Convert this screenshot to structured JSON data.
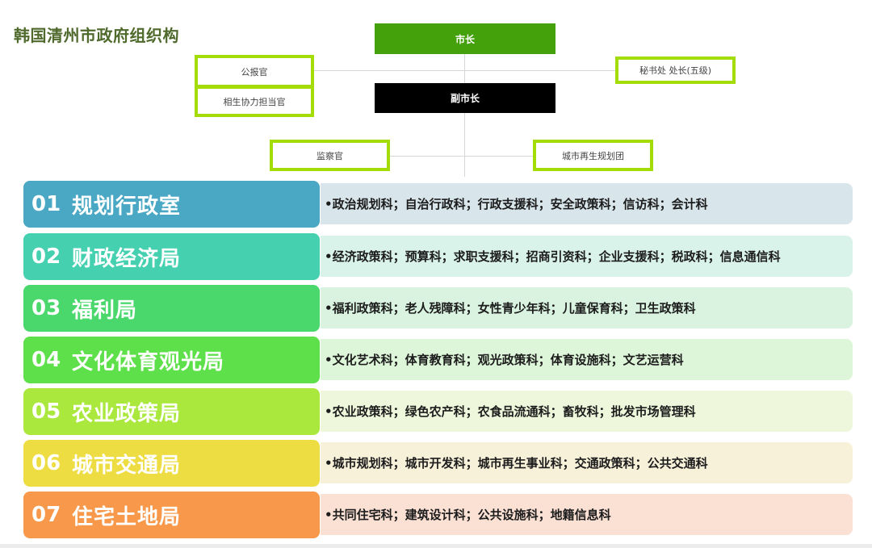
{
  "title": "韩国清州市政府组织构",
  "org_chart": {
    "mayor": {
      "label": "市长",
      "color": "#45a10b"
    },
    "vice_mayor": {
      "label": "副市长",
      "color": "#000000"
    },
    "left_offices": [
      {
        "label": "公报官"
      },
      {
        "label": "相生协力担当官"
      }
    ],
    "right_office": {
      "label": "秘书处 处长(五级)"
    },
    "lower_left": {
      "label": "监察官"
    },
    "lower_right": {
      "label": "城市再生规划团"
    },
    "outline_color": "#a4dc08"
  },
  "departments": [
    {
      "num": "01",
      "name": "规划行政室",
      "color": "#4aa8c4",
      "bg": "#d8e6ec",
      "sections": "•政治规划科；自治行政科；行政支援科；安全政策科；信访科；会计科"
    },
    {
      "num": "02",
      "name": "财政经济局",
      "color": "#45d0b0",
      "bg": "#d9f2ea",
      "sections": "•经济政策科；预算科；求职支援科；招商引资科；企业支援科；税政科；信息通信科"
    },
    {
      "num": "03",
      "name": "福利局",
      "color": "#4ad86c",
      "bg": "#d9f3e0",
      "sections": "•福利政策科；老人残障科；女性青少年科；儿童保育科；卫生政策科"
    },
    {
      "num": "04",
      "name": "文化体育观光局",
      "color": "#5ee04a",
      "bg": "#ddf5d8",
      "sections": "•文化艺术科；体育教育科；观光政策科；体育设施科；文艺运营科"
    },
    {
      "num": "05",
      "name": "农业政策局",
      "color": "#aae83e",
      "bg": "#eef7db",
      "sections": "•农业政策科；绿色农产科；农食品流通科；畜牧科；批发市场管理科"
    },
    {
      "num": "06",
      "name": "城市交通局",
      "color": "#eedd42",
      "bg": "#f8f1da",
      "sections": "•城市规划科；城市开发科；城市再生事业科；交通政策科；公共交通科"
    },
    {
      "num": "07",
      "name": "住宅土地局",
      "color": "#f7984a",
      "bg": "#fbe0d4",
      "sections": "•共同住宅科；建筑设计科；公共设施科；地籍信息科"
    }
  ]
}
